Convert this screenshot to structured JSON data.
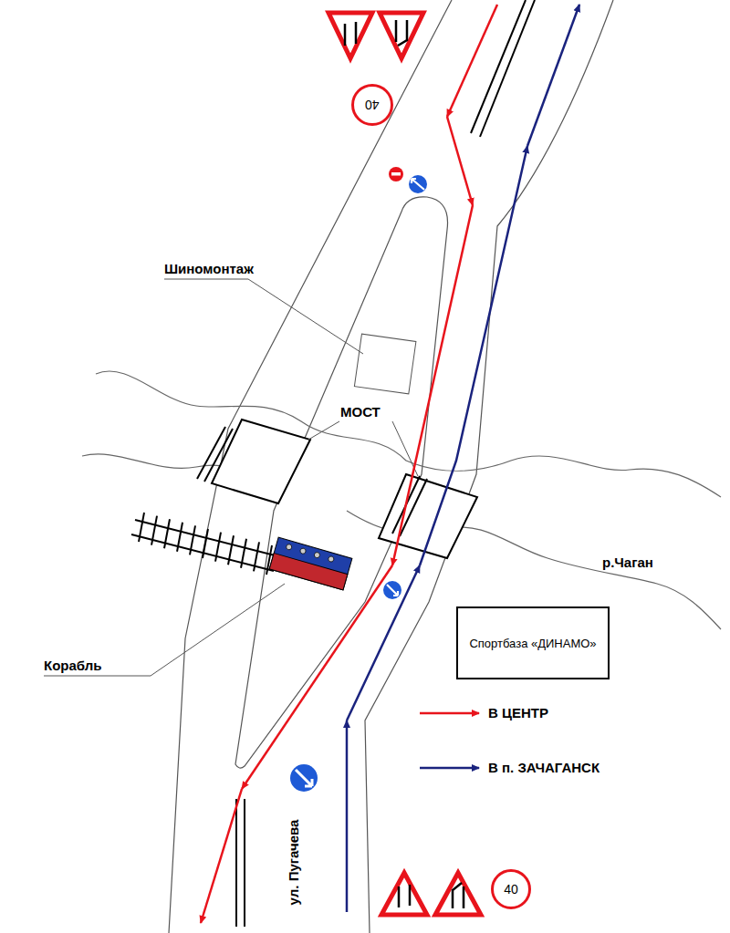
{
  "diagram": {
    "nodes": [
      {
        "text": [
          "40"
        ]
      },
      {
        "text": [
          "Спортбаза «ДИНАМО»"
        ]
      },
      {
        "text": [
          "40"
        ]
      }
    ],
    "labels": [
      "Шиномонтаж",
      "МОСТ",
      "р.Чаган",
      "Корабль",
      "ул. Пугачева"
    ],
    "legend": [
      {
        "text": "В ЦЕНТР"
      },
      {
        "text": "В п. ЗАЧАГАНСК"
      }
    ]
  }
}
